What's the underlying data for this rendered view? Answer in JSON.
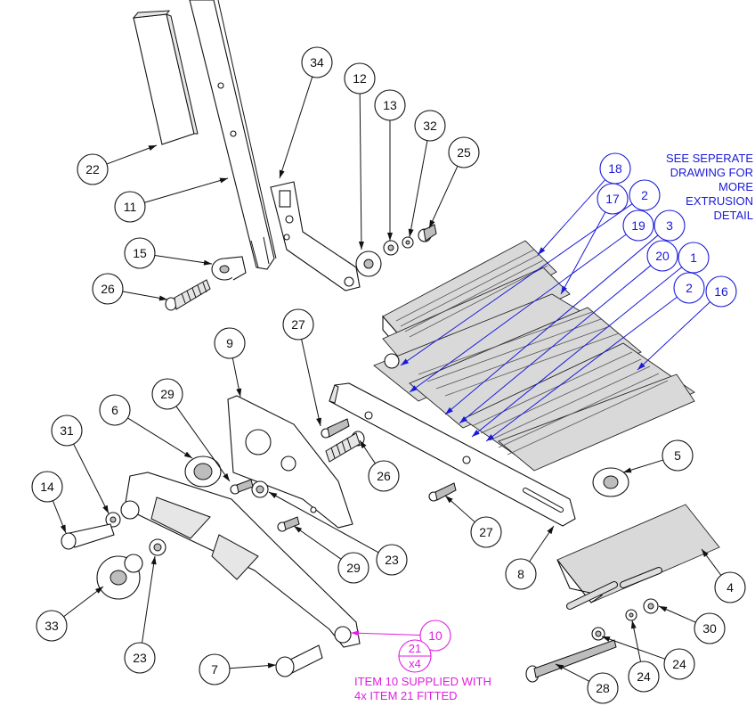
{
  "notes": {
    "extrusion": [
      "SEE SEPERATE",
      "DRAWING FOR",
      "MORE",
      "EXTRUSION",
      "DETAIL"
    ],
    "supply": [
      "ITEM 10 SUPPLIED WITH",
      "4x ITEM 21 FITTED"
    ]
  },
  "balloons": [
    {
      "label": "34",
      "color": "black"
    },
    {
      "label": "12",
      "color": "black"
    },
    {
      "label": "13",
      "color": "black"
    },
    {
      "label": "32",
      "color": "black"
    },
    {
      "label": "25",
      "color": "black"
    },
    {
      "label": "22",
      "color": "black"
    },
    {
      "label": "11",
      "color": "black"
    },
    {
      "label": "15",
      "color": "black"
    },
    {
      "label": "26",
      "color": "black"
    },
    {
      "label": "18",
      "color": "blue"
    },
    {
      "label": "17",
      "color": "blue"
    },
    {
      "label": "2",
      "color": "blue"
    },
    {
      "label": "19",
      "color": "blue"
    },
    {
      "label": "3",
      "color": "blue"
    },
    {
      "label": "20",
      "color": "blue"
    },
    {
      "label": "1",
      "color": "blue"
    },
    {
      "label": "2",
      "color": "blue"
    },
    {
      "label": "16",
      "color": "blue"
    },
    {
      "label": "27",
      "color": "black"
    },
    {
      "label": "9",
      "color": "black"
    },
    {
      "label": "29",
      "color": "black"
    },
    {
      "label": "6",
      "color": "black"
    },
    {
      "label": "31",
      "color": "black"
    },
    {
      "label": "14",
      "color": "black"
    },
    {
      "label": "26",
      "color": "black"
    },
    {
      "label": "5",
      "color": "black"
    },
    {
      "label": "27",
      "color": "black"
    },
    {
      "label": "23",
      "color": "black"
    },
    {
      "label": "29",
      "color": "black"
    },
    {
      "label": "8",
      "color": "black"
    },
    {
      "label": "4",
      "color": "black"
    },
    {
      "label": "33",
      "color": "black"
    },
    {
      "label": "23",
      "color": "black"
    },
    {
      "label": "30",
      "color": "black"
    },
    {
      "label": "10",
      "color": "magenta"
    },
    {
      "label": "7",
      "color": "black"
    },
    {
      "label": "24",
      "color": "black"
    },
    {
      "label": "24",
      "color": "black"
    },
    {
      "label": "28",
      "color": "black"
    }
  ],
  "fraction_balloon": {
    "top": "21",
    "bottom": "x4",
    "color": "magenta"
  },
  "colors": {
    "black": "#111111",
    "blue": "#1a1ad9",
    "magenta": "#e01ee0"
  }
}
